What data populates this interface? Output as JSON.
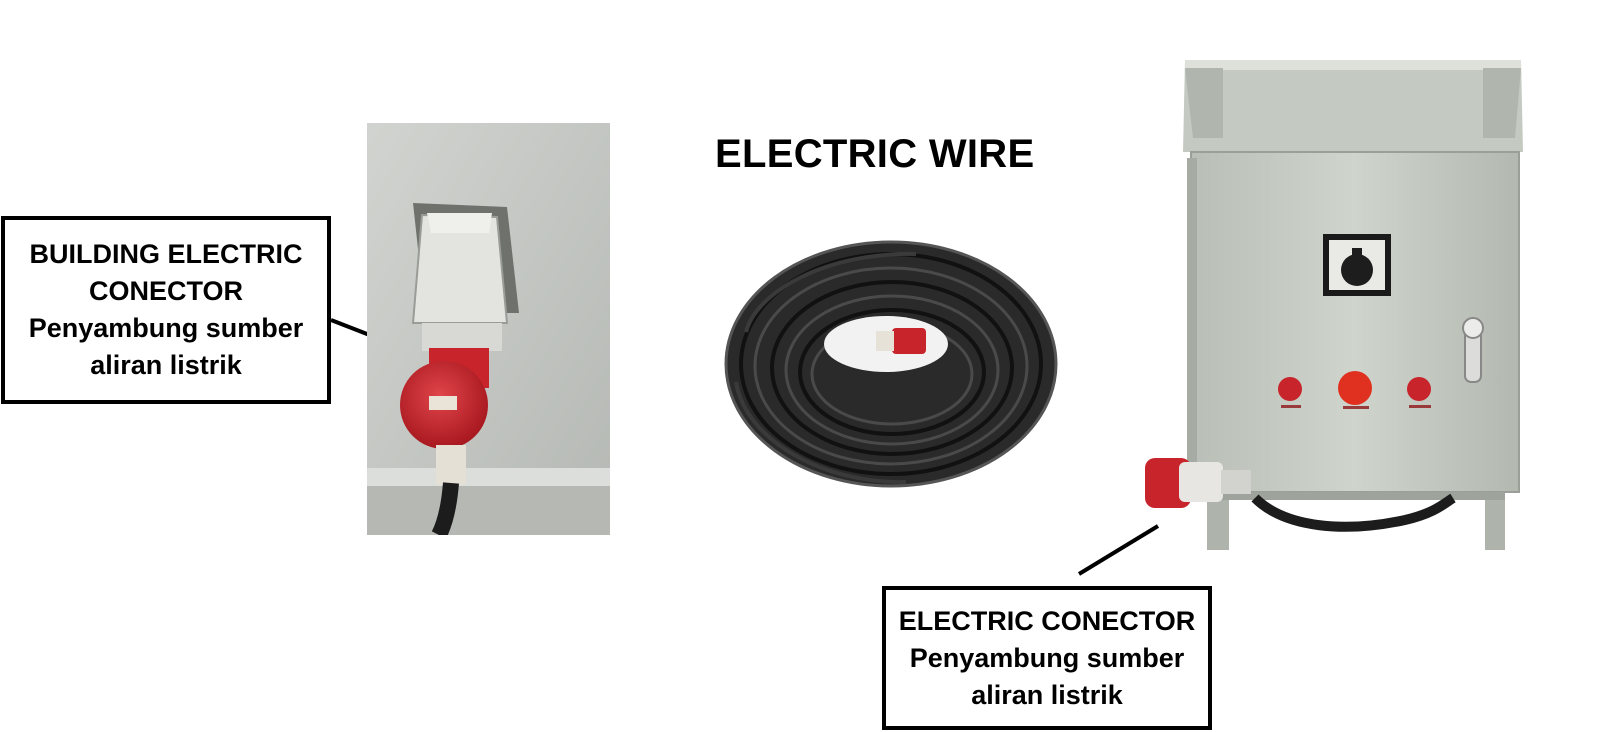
{
  "title": "ELECTRIC WIRE",
  "callouts": {
    "building": {
      "line1": "BUILDING ELECTRIC",
      "line2": "CONECTOR",
      "line3": "Penyambung sumber",
      "line4": "aliran listrik"
    },
    "electric": {
      "line1": "ELECTRIC CONECTOR",
      "line2": "Penyambung sumber",
      "line3": "aliran listrik"
    }
  },
  "colors": {
    "connector_red": "#c8242b",
    "wall_grey": "#c3c6c2",
    "panel_grey": "#c9cec6",
    "cable_black": "#1c1c1c"
  },
  "icons": [
    "wall-socket-icon",
    "cable-coil-icon",
    "control-panel-icon"
  ]
}
